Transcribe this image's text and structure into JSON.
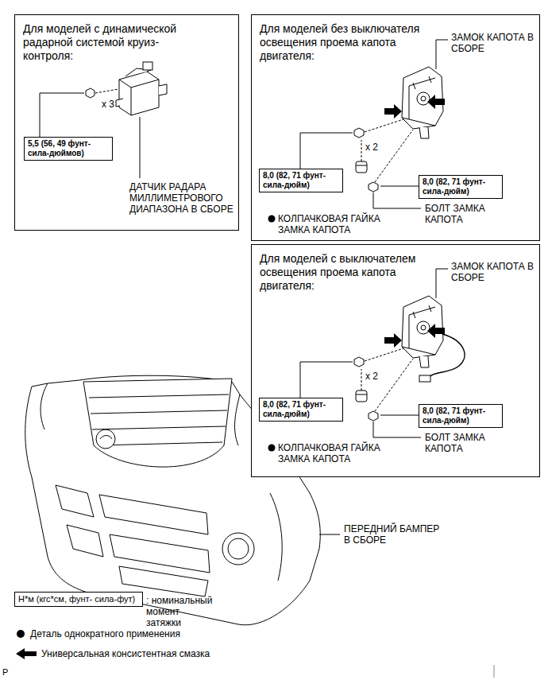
{
  "diagram": {
    "nodes": [
      {
        "text": [
          "Для моделей с динамической радарной системой круиз-контроля:"
        ]
      },
      {
        "text": [
          "5,5 (56, 49 фунт- сила-дюймов)"
        ],
        "in": 0
      },
      {
        "text": [
          "Для моделей без выключателя освещения проема капота двигателя:"
        ]
      },
      {
        "text": [
          "8,0 (82, 71 фунт- сила-дюйм)"
        ],
        "in": 2
      },
      {
        "text": [
          "8,0 (82, 71 фунт- сила-дюйм)"
        ],
        "in": 2
      },
      {
        "text": [
          "Для моделей с выключателем освещения проема капота двигателя:"
        ]
      },
      {
        "text": [
          "8,0 (82, 71 фунт- сила-дюйм)"
        ],
        "in": 5
      },
      {
        "text": [
          "8,0 (82, 71 фунт- сила-дюйм)"
        ],
        "in": 5
      },
      {
        "text": [
          "Н*м (кгс*см, фунт- сила-фут)"
        ]
      }
    ],
    "labels": [
      "x 3",
      "ДАТЧИК РАДАРА МИЛЛИМЕТРОВОГО ДИАПАЗОНА В СБОРЕ",
      "ЗАМОК КАПОТА В СБОРЕ",
      "x 2",
      "КОЛПАЧКОВАЯ ГАЙКА ЗАМКА КАПОТА",
      "БОЛТ ЗАМКА КАПОТА",
      "ЗАМОК КАПОТА В СБОРЕ",
      "x 2",
      "КОЛПАЧКОВАЯ ГАЙКА ЗАМКА КАПОТА",
      "БОЛТ ЗАМКА КАПОТА",
      "ПЕРЕДНИЙ БАМПЕР В СБОРЕ",
      "P"
    ],
    "legend": [
      {
        "text": ": номинальный момент затяжки"
      },
      {
        "text": "Деталь однократного применения"
      },
      {
        "text": "Универсальная консистентная смазка"
      }
    ]
  }
}
